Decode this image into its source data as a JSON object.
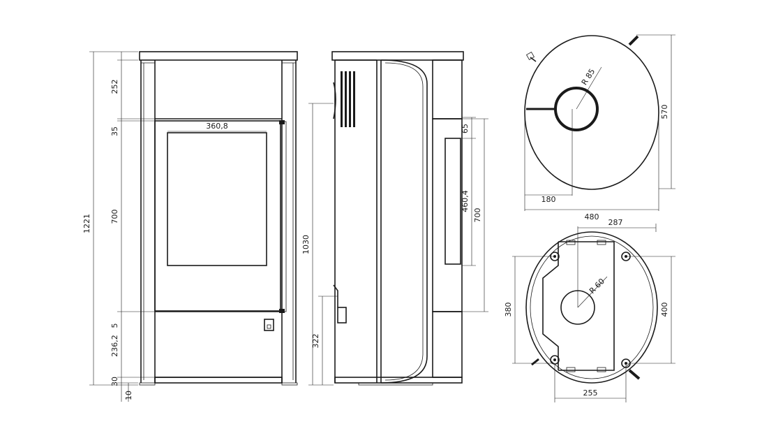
{
  "front_view": {
    "dim_total_height": "1221",
    "dim_top_panel": "252",
    "dim_gap_upper": "35",
    "dim_door": "700",
    "dim_gap_lower": "5",
    "dim_bottom_panel": "236,2",
    "dim_base": "30",
    "dim_foot": "10",
    "dim_glass_width": "360,8"
  },
  "side_view": {
    "dim_flue_height": "1030",
    "dim_air_inlet_height": "322",
    "dim_handle_offset": "65",
    "dim_handle_length": "460,4",
    "dim_door_height": "700"
  },
  "top_view": {
    "dim_radius": "R 85",
    "dim_depth": "570",
    "dim_offset": "180",
    "dim_width": "480"
  },
  "bottom_view": {
    "dim_radius": "R 60",
    "dim_hole_offset": "287",
    "dim_depth_left": "380",
    "dim_depth_right": "400",
    "dim_bottom_width": "255"
  }
}
